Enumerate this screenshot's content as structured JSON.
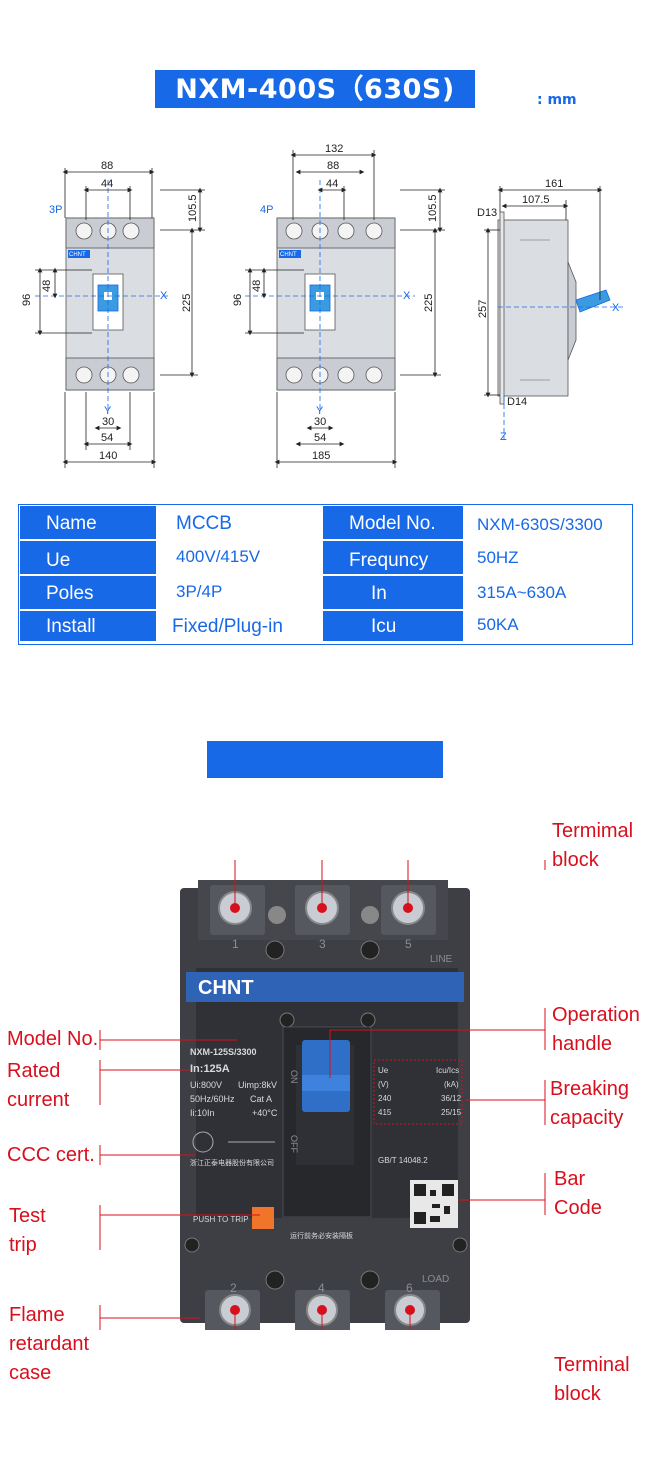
{
  "header": {
    "title": "NXM-400S（630S)",
    "unit": ": mm"
  },
  "diagrams": {
    "front3p": {
      "pole_label": "3P",
      "dim_top_inner": "44",
      "dim_top_outer": "88",
      "dim_terminal": "105.5",
      "dim_height_total": "225",
      "dim_left_outer": "96",
      "dim_left_inner": "48",
      "axis_x": "X",
      "axis_y": "Y",
      "dim_bottom_a": "30",
      "dim_bottom_b": "54",
      "dim_width": "140",
      "brand": "CHNT"
    },
    "front4p": {
      "pole_label": "4P",
      "dim_top_outermost": "132",
      "dim_top_outer": "88",
      "dim_top_inner": "44",
      "dim_terminal": "105.5",
      "dim_height_total": "225",
      "dim_left_outer": "96",
      "dim_left_inner": "48",
      "axis_x": "X",
      "axis_y": "Y",
      "dim_bottom_a": "30",
      "dim_bottom_b": "54",
      "dim_width": "185",
      "brand": "CHNT"
    },
    "side": {
      "dim_depth": "161",
      "dim_depth_inner": "107.5",
      "dim_d13": "D13",
      "dim_height": "257",
      "dim_d14": "D14",
      "axis_x": "X",
      "axis_z": "Z"
    }
  },
  "spec_table": {
    "rows": [
      {
        "label1": "Name",
        "value1": "MCCB",
        "label2": "Model No.",
        "value2": "NXM-630S/3300"
      },
      {
        "label1": "Ue",
        "value1": "400V/415V",
        "label2": "Frequncy",
        "value2": "50HZ"
      },
      {
        "label1": "Poles",
        "value1": "3P/4P",
        "label2": "In",
        "value2": "315A~630A"
      },
      {
        "label1": "Install",
        "value1": "Fixed/Plug-in",
        "label2": "Icu",
        "value2": "50KA"
      }
    ]
  },
  "product": {
    "brand": "CHNT",
    "model": "NXM-125S/3300",
    "rating": "In:125A",
    "spec_lines": [
      {
        "left": "Ui:800V",
        "right": "Uimp:8kV"
      },
      {
        "left": "50Hz/60Hz",
        "right": "Cat A"
      },
      {
        "left": "Ii:10In",
        "right": "+40°C"
      }
    ],
    "breaking_head": {
      "a": "Ue",
      "b": "Icu/Ics"
    },
    "breaking_units": {
      "a": "(V)",
      "b": "(kA)"
    },
    "breaking_rows": [
      {
        "a": "240",
        "b": "36/12"
      },
      {
        "a": "415",
        "b": "25/15"
      }
    ],
    "standard": "GB/T 14048.2",
    "push_to_trip": "PUSH TO TRIP",
    "warning": "运行前务必安装隔板",
    "maker": "浙江正泰电器股份有限公司",
    "line_label": "LINE",
    "load_label": "LOAD",
    "on_label": "ON",
    "off_label": "OFF",
    "top_terminals": [
      "1",
      "3",
      "5"
    ],
    "bottom_terminals": [
      "2",
      "4",
      "6"
    ]
  },
  "callouts": {
    "terminal_block_top": [
      "Termimal",
      "block"
    ],
    "operation_handle": [
      "Operation",
      "handle"
    ],
    "breaking_capacity": [
      "Breaking",
      "capacity"
    ],
    "bar_code": [
      "Bar",
      "Code"
    ],
    "terminal_block_bottom": [
      "Terminal",
      "block"
    ],
    "model_no": [
      "Model No."
    ],
    "rated_current": [
      "Rated",
      "current"
    ],
    "ccc_cert": [
      "CCC cert."
    ],
    "test_trip": [
      "Test",
      "trip"
    ],
    "flame_case": [
      "Flame",
      "retardant",
      "case"
    ]
  },
  "colors": {
    "accent_blue": "#1769e8",
    "callout_red": "#d80f1d",
    "case_dark": "#3d3f45",
    "handle_blue": "#2f6fc7",
    "trip_orange": "#f0742a"
  }
}
